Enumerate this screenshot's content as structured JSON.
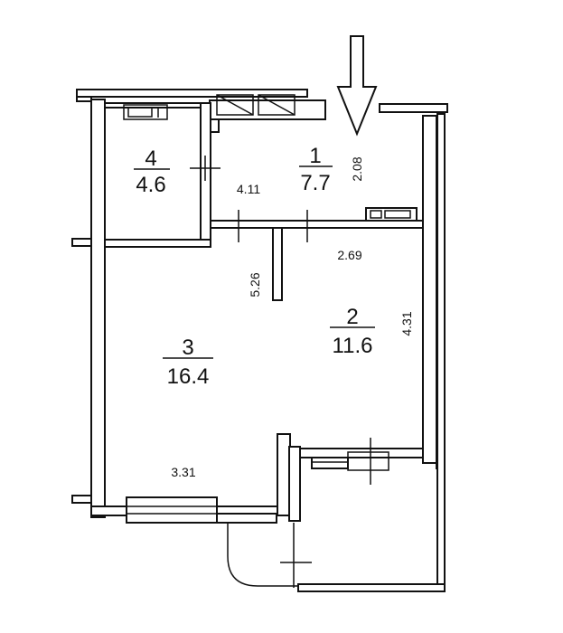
{
  "rooms": [
    {
      "number": "1",
      "area": "7.7"
    },
    {
      "number": "2",
      "area": "11.6"
    },
    {
      "number": "3",
      "area": "16.4"
    },
    {
      "number": "4",
      "area": "4.6"
    }
  ],
  "dimensions": {
    "d411": "4.11",
    "d208": "2.08",
    "d269": "2.69",
    "d431": "4.31",
    "d526": "5.26",
    "d331": "3.31"
  },
  "entrance_arrow_icon": "arrow-down-icon",
  "colors": {
    "line": "#111111",
    "background": "#ffffff"
  }
}
